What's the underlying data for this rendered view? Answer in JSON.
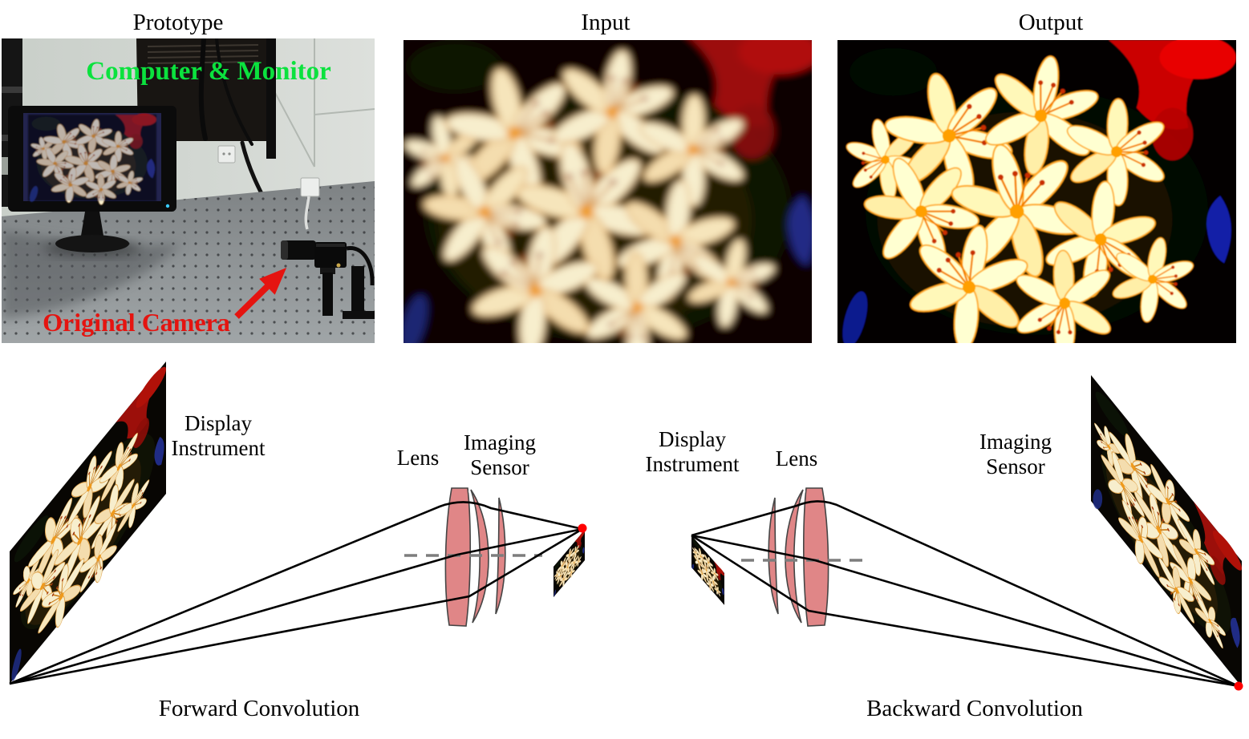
{
  "figure": {
    "panel_titles": {
      "prototype": "Prototype",
      "input": "Input",
      "output": "Output"
    },
    "prototype_annotations": {
      "computer_monitor": "Computer & Monitor",
      "original_camera": "Original Camera"
    },
    "forward_diagram": {
      "display_label": "Display Instrument",
      "lens_label": "Lens",
      "sensor_label": "Imaging Sensor",
      "caption": "Forward Convolution"
    },
    "backward_diagram": {
      "display_label": "Display Instrument",
      "lens_label": "Lens",
      "sensor_label": "Imaging Sensor",
      "caption": "Backward Convolution"
    },
    "colors": {
      "annotation_green": "#0be23e",
      "annotation_red": "#e51410",
      "lens_fill": "#e08687",
      "lens_outline": "#454545",
      "optical_axis_dash": "#7d7d7d",
      "ray": "#000000",
      "focus_marker": "#ff0000"
    }
  }
}
